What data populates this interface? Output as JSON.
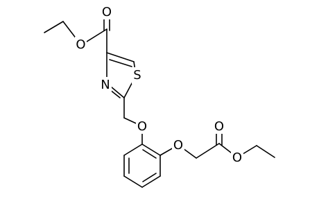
{
  "molecule": {
    "atoms": {
      "o_ester_top": "O",
      "o_ester_top_carbonyl": "O",
      "n_thiazole": "N",
      "s_thiazole": "S",
      "o_ether_1": "O",
      "o_ether_2": "O",
      "o_ester_right_carbonyl": "O",
      "o_ester_right": "O"
    },
    "colors": {
      "bond": "#000000",
      "label": "#000000",
      "background": "#ffffff"
    }
  }
}
